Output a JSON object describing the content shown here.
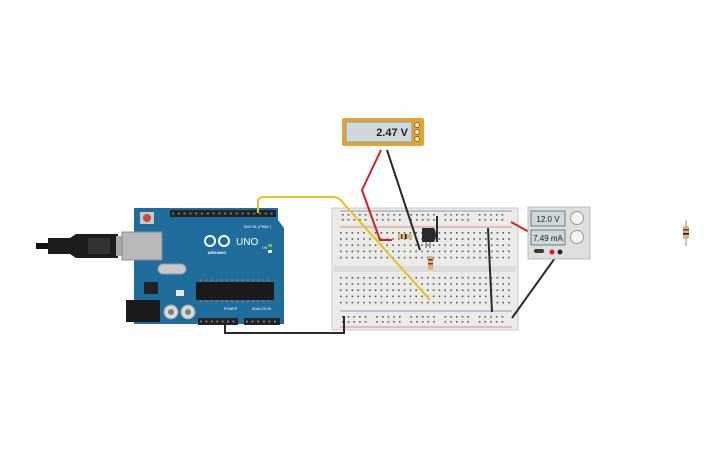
{
  "multimeter": {
    "reading": "2.47 V"
  },
  "power_supply": {
    "voltage": "12.0 V",
    "current": "7.49 mA"
  },
  "arduino": {
    "model": "UNO",
    "brand": "ARDUINO",
    "digital_label": "DIGITAL (PWM~)",
    "power_label": "POWER",
    "analog_label": "ANALOG IN",
    "on_label": "ON"
  },
  "colors": {
    "background": "#ffffff",
    "arduino_board": "#1f6d9c",
    "breadboard": "#ebebea",
    "wire_red": "#d81e1e",
    "wire_black": "#2a2a2a",
    "wire_yellow": "#e8c41a",
    "multimeter_body": "#e6a42a",
    "multimeter_display": "#cdd7dc"
  }
}
